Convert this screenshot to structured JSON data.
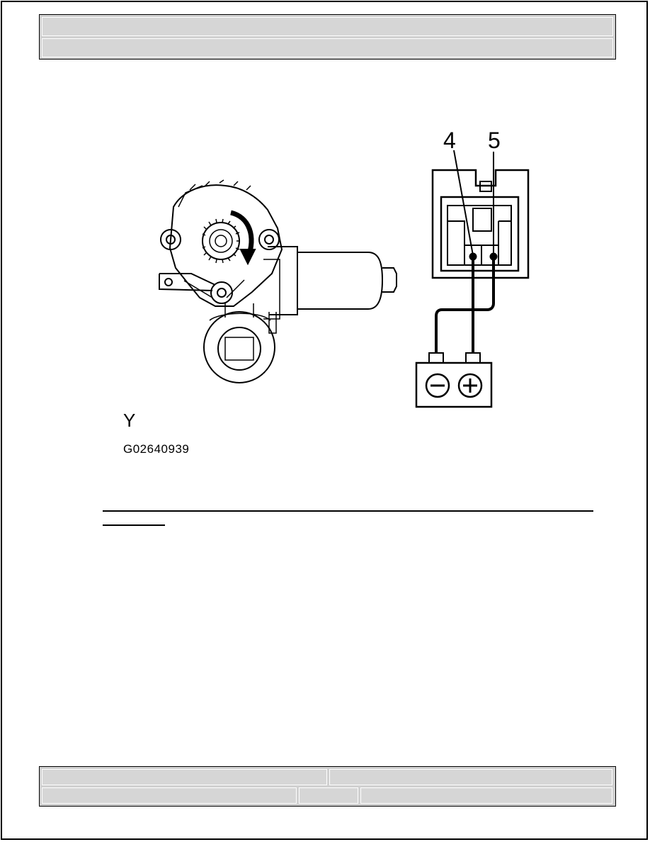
{
  "figure": {
    "view_label": "Y",
    "figure_code": "G02640939",
    "terminals": [
      "4",
      "5"
    ],
    "battery": {
      "negative_symbol": "−",
      "positive_symbol": "+"
    }
  },
  "header": {
    "row1": "",
    "row2": ""
  },
  "footer": {
    "left_top": "",
    "right_top": "",
    "left_bottom": "",
    "mid_bottom": "",
    "right_bottom": ""
  }
}
